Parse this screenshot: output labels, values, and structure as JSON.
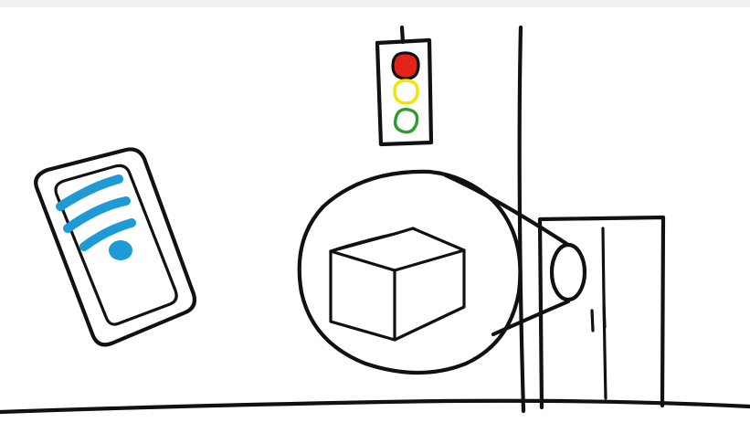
{
  "colors": {
    "ink": "#111111",
    "wifi_blue": "#1e9ad6",
    "light_red": "#e2231a",
    "light_yellow": "#f2e500",
    "light_green": "#2e9b2e",
    "background": "#ffffff"
  },
  "icons": {
    "phone": "smartphone-icon",
    "wifi": "wifi-icon",
    "traffic_light": "traffic-light-icon",
    "magnifier": "magnifier-lens",
    "package": "box-icon",
    "machine": "sensor-machine-icon"
  },
  "traffic_light": {
    "lights": [
      "red",
      "yellow",
      "green"
    ],
    "active": "red"
  }
}
